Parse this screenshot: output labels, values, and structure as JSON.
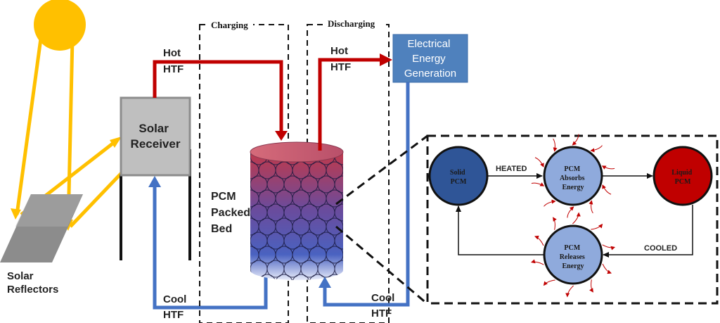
{
  "labels": {
    "charging": "Charging",
    "discharging": "Discharging",
    "solar_reflectors": [
      "Solar",
      "Reflectors"
    ],
    "solar_receiver": [
      "Solar",
      "Receiver"
    ],
    "hot_htf_1": [
      "Hot",
      "HTF"
    ],
    "hot_htf_2": [
      "Hot",
      "HTF"
    ],
    "cool_htf_1": [
      "Cool",
      "HTF"
    ],
    "cool_htf_2": [
      "Cool",
      "HTF"
    ],
    "pcm_packed_bed": [
      "PCM",
      "Packed",
      "Bed"
    ],
    "electrical_generation": [
      "Electrical",
      "Energy",
      "Generation"
    ]
  },
  "cycle": {
    "solid_pcm": [
      "Solid",
      "PCM"
    ],
    "pcm_absorbs": [
      "PCM",
      "Absorbs",
      "Energy"
    ],
    "liquid_pcm": [
      "Liquid",
      "PCM"
    ],
    "pcm_releases": [
      "PCM",
      "Releases",
      "Energy"
    ],
    "heated": "HEATED",
    "cooled": "COOLED"
  },
  "colors": {
    "hot": "#c00000",
    "cool": "#4472c4",
    "sun": "#ffc000",
    "receiver": "#bfbfbf",
    "generation_box": "#4f81bd",
    "solid_pcm": "#2f5597",
    "liquid_pcm": "#c00000",
    "pcm_light": "#8faadc"
  }
}
